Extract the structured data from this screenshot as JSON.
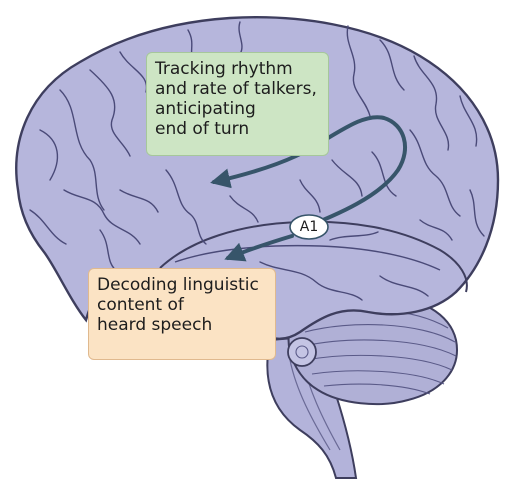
{
  "labels": {
    "upper": [
      "Tracking rhythm",
      "and rate of talkers,",
      "anticipating",
      "end of turn"
    ],
    "lower": [
      "Decoding linguistic",
      "content of",
      "heard speech"
    ],
    "region": "A1"
  },
  "colors": {
    "brain_fill": "#b6b6dc",
    "brain_outline": "#3e3e5e",
    "sulci": "#4a4a78",
    "cerebellum_fill": "#b0b0d6",
    "upper_box": "#cde5c4",
    "lower_box": "#fbe3c4",
    "arrow": "#37556a"
  }
}
